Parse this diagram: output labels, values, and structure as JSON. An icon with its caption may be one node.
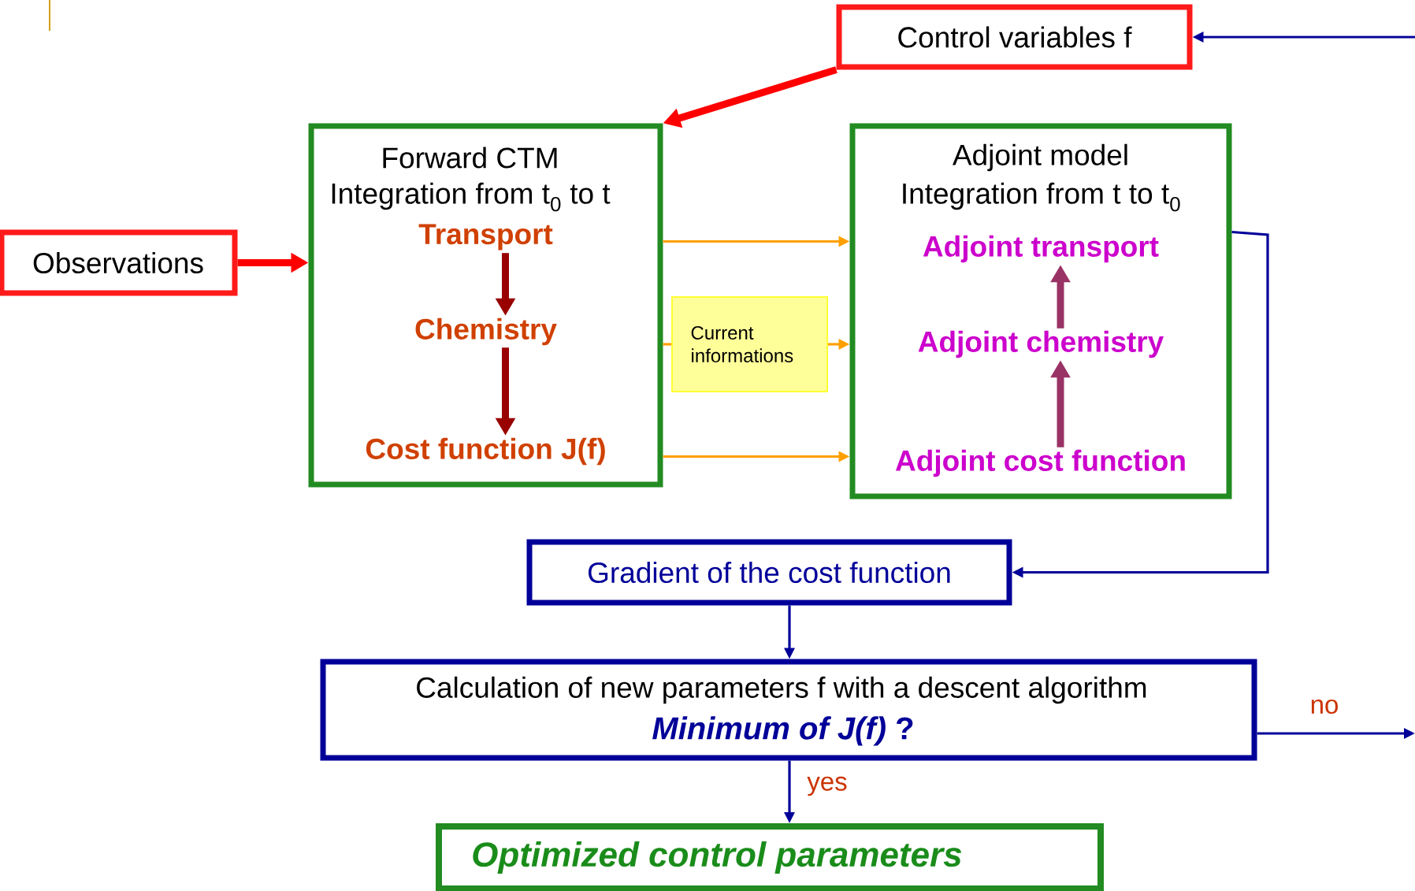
{
  "diagram": {
    "nodes": [
      {
        "text": [
          "Control variables f"
        ]
      },
      {
        "text": [
          "Observations"
        ]
      },
      {
        "text": [
          "Forward CTM",
          "Integration from t$_{0}$ to t"
        ]
      },
      {
        "text": [
          "Transport"
        ],
        "in": 2
      },
      {
        "text": [
          "Chemistry"
        ],
        "in": 2
      },
      {
        "text": [
          "Cost function J(f)"
        ],
        "in": 2
      },
      {
        "text": [
          "Current informations"
        ]
      },
      {
        "text": [
          "Adjoint model",
          "Integration from t to t$_{0}$"
        ]
      },
      {
        "text": [
          "Adjoint transport"
        ],
        "in": 7
      },
      {
        "text": [
          "Adjoint chemistry"
        ],
        "in": 7
      },
      {
        "text": [
          "Adjoint cost function"
        ],
        "in": 7
      },
      {
        "text": [
          "Gradient of the cost function"
        ]
      },
      {
        "text": [
          "Calculation of new parameters f with a descent algorithm",
          "*Minimum of J(f)* ?"
        ]
      },
      {
        "text": [
          "Optimized control parameters"
        ]
      }
    ],
    "edges": [
      {
        "from": 0,
        "to": 2,
        "arrow": "to",
        "style": "thick",
        "color": "#ff0000"
      },
      {
        "from": 1,
        "to": 2,
        "arrow": "to",
        "style": "thick",
        "color": "#ff0000"
      },
      {
        "from": 3,
        "to": 4,
        "arrow": "to",
        "style": "thick",
        "color": "#990000"
      },
      {
        "from": 4,
        "to": 5,
        "arrow": "to",
        "style": "thick",
        "color": "#990000"
      },
      {
        "from": 2,
        "to": 7,
        "arrow": "to",
        "color": "#ffa000"
      },
      {
        "from": 2,
        "to": 6,
        "arrow": "none",
        "color": "#ffa000"
      },
      {
        "from": 6,
        "to": 7,
        "arrow": "to",
        "color": "#ffa000"
      },
      {
        "from": 2,
        "to": 7,
        "arrow": "to",
        "color": "#ffa000"
      },
      {
        "from": 10,
        "to": 9,
        "arrow": "to",
        "style": "thick",
        "color": "#993366"
      },
      {
        "from": 9,
        "to": 8,
        "arrow": "to",
        "style": "thick",
        "color": "#993366"
      },
      {
        "from": 7,
        "to": 11,
        "arrow": "to"
      },
      {
        "from": 11,
        "to": 12,
        "arrow": "to"
      },
      {
        "from": 12,
        "to": 13,
        "arrow": "to",
        "label": "yes"
      },
      {
        "from": 12,
        "to": null,
        "arrow": "to",
        "label": "no"
      },
      {
        "from": null,
        "to": 0,
        "arrow": "to"
      }
    ]
  }
}
